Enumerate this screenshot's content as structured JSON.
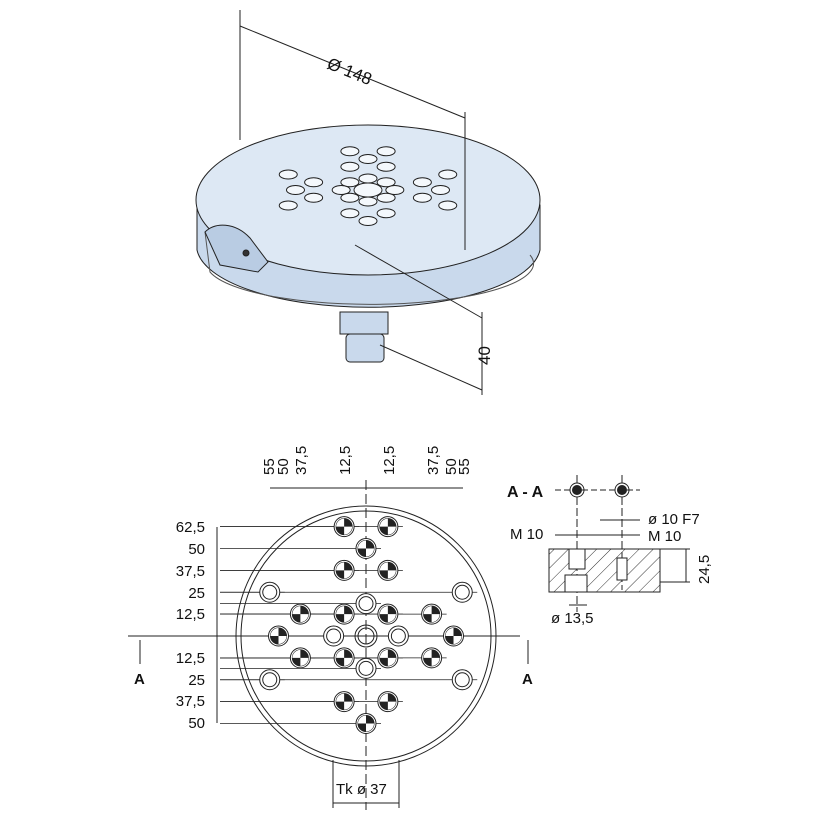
{
  "iso_view": {
    "diameter_label": "Ø 148",
    "height_label": "40",
    "face_color": "#dde8f4",
    "side_color": "#c9d9ec"
  },
  "plan_view": {
    "top_dims": [
      "55",
      "50",
      "37,5",
      "12,5",
      "12,5",
      "37,5",
      "50",
      "55"
    ],
    "row_dims": [
      "62,5",
      "50",
      "37,5",
      "25",
      "12,5",
      "12,5",
      "25",
      "37,5",
      "50"
    ],
    "section_mark": "A",
    "bolt_circle_label": "Tk ø 37",
    "holes_mm": [
      [
        -12.5,
        62.5,
        "d"
      ],
      [
        12.5,
        62.5,
        "d"
      ],
      [
        0,
        50,
        "d"
      ],
      [
        -12.5,
        37.5,
        "d"
      ],
      [
        12.5,
        37.5,
        "d"
      ],
      [
        -55,
        25,
        "l"
      ],
      [
        55,
        25,
        "l"
      ],
      [
        0,
        18.5,
        "l"
      ],
      [
        -37.5,
        12.5,
        "d"
      ],
      [
        -12.5,
        12.5,
        "d"
      ],
      [
        12.5,
        12.5,
        "d"
      ],
      [
        37.5,
        12.5,
        "d"
      ],
      [
        -50,
        0,
        "d"
      ],
      [
        -18.5,
        0,
        "l"
      ],
      [
        18.5,
        0,
        "l"
      ],
      [
        50,
        0,
        "d"
      ],
      [
        -37.5,
        -12.5,
        "d"
      ],
      [
        -12.5,
        -12.5,
        "d"
      ],
      [
        12.5,
        -12.5,
        "d"
      ],
      [
        37.5,
        -12.5,
        "d"
      ],
      [
        0,
        -18.5,
        "l"
      ],
      [
        -55,
        -25,
        "l"
      ],
      [
        55,
        -25,
        "l"
      ],
      [
        -12.5,
        -37.5,
        "d"
      ],
      [
        12.5,
        -37.5,
        "d"
      ],
      [
        0,
        -50,
        "d"
      ]
    ]
  },
  "section_view": {
    "title": "A - A",
    "fit_label": "ø 10 F7",
    "thread_left": "M 10",
    "thread_right": "M 10",
    "height_label": "24,5",
    "counterbore_label": "ø 13,5"
  }
}
